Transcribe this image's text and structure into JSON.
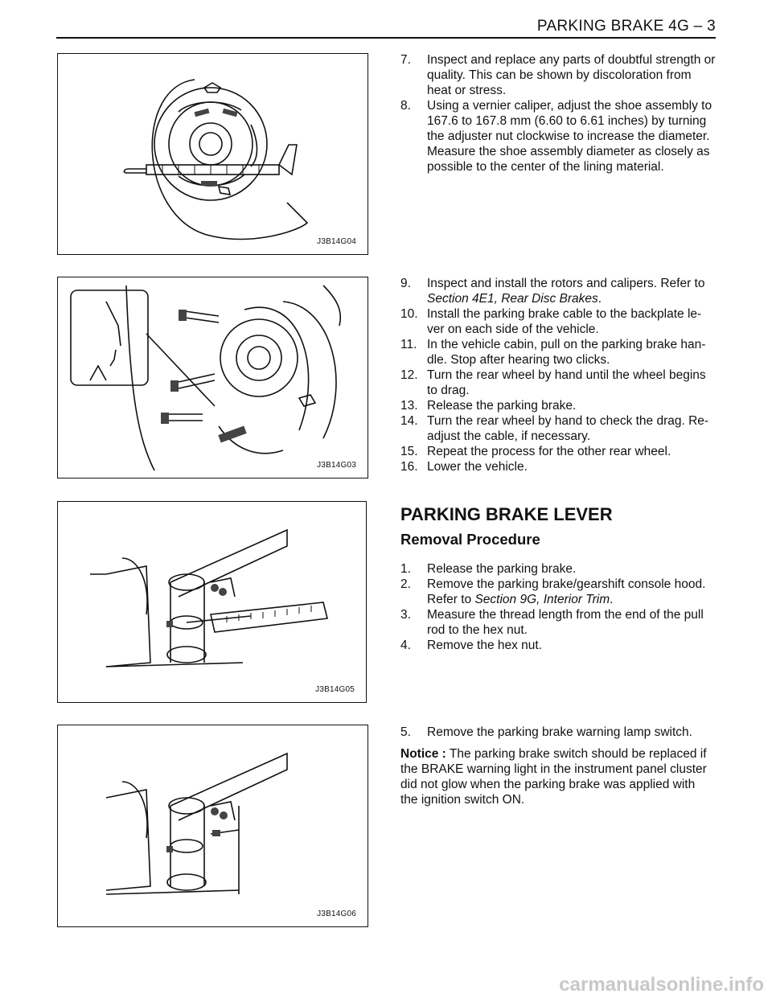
{
  "header": {
    "title": "PARKING BRAKE  4G – 3"
  },
  "figures": [
    {
      "label": "J3B14G04"
    },
    {
      "label": "J3B14G03"
    },
    {
      "label": "J3B14G05"
    },
    {
      "label": "J3B14G06"
    }
  ],
  "section1": {
    "steps": [
      {
        "num": "7.",
        "text": "Inspect and replace any parts of doubtful strength or quality. This can be shown by discoloration from heat or stress."
      },
      {
        "num": "8.",
        "text": "Using a vernier caliper, adjust the shoe assembly to 167.6 to 167.8 mm (6.60 to 6.61 inches) by turning the adjuster nut clockwise to increase the diameter. Measure the shoe assembly diameter as closely as possible to the center of the lining material."
      }
    ]
  },
  "section2": {
    "step9": {
      "num": "9.",
      "text": "Inspect and install the rotors and calipers. Refer to",
      "ref": "Section 4E1, Rear Disc Brakes",
      "end": "."
    },
    "steps": [
      {
        "num": "10.",
        "text": "Install the parking brake cable to the backplate le-ver on each side of the vehicle."
      },
      {
        "num": "11.",
        "text": "In the vehicle cabin, pull on the parking brake han-dle. Stop after hearing two clicks."
      },
      {
        "num": "12.",
        "text": "Turn the rear wheel by hand until the wheel begins to drag."
      },
      {
        "num": "13.",
        "text": "Release the parking brake."
      },
      {
        "num": "14.",
        "text": "Turn the rear wheel by hand to check the drag. Re-adjust the cable, if necessary."
      },
      {
        "num": "15.",
        "text": "Repeat the process for the other rear wheel."
      },
      {
        "num": "16.",
        "text": "Lower the vehicle."
      }
    ]
  },
  "section3": {
    "heading": "PARKING BRAKE LEVER",
    "subheading": "Removal Procedure",
    "step1": {
      "num": "1.",
      "text": "Release the parking brake."
    },
    "step2": {
      "num": "2.",
      "text": "Remove the parking brake/gearshift console hood. Refer to",
      "ref": "Section 9G, Interior Trim",
      "end": "."
    },
    "step3": {
      "num": "3.",
      "text": "Measure the thread length from the end of the pull rod to the hex nut."
    },
    "step4": {
      "num": "4.",
      "text": "Remove the hex nut."
    }
  },
  "section4": {
    "step5": {
      "num": "5.",
      "text": "Remove the parking brake warning lamp switch."
    },
    "notice_label": "Notice :",
    "notice_text": "The parking brake switch should be replaced if the BRAKE warning light in the instrument panel cluster did not glow when the parking brake was applied with the ignition switch ON."
  },
  "footer": {
    "watermark": "carmanualsonline.info"
  }
}
